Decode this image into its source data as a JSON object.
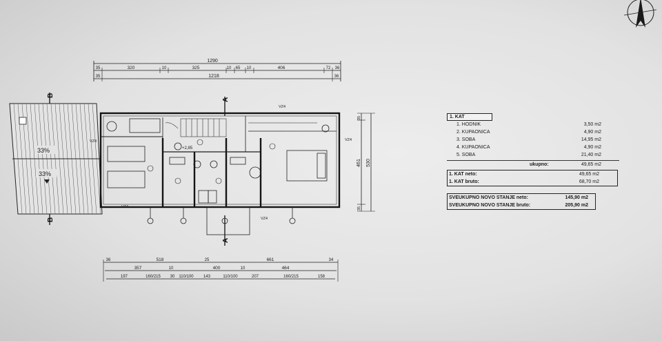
{
  "dimensions": {
    "top_total": "1290",
    "top_segments": [
      "35",
      "320",
      "10",
      "325",
      "10",
      "65",
      "10",
      "406",
      "72",
      "36"
    ],
    "top_inner": [
      "35",
      "1218",
      "36"
    ],
    "right_total": "530",
    "right_inner": "461",
    "right_top": "35",
    "right_bottom": "35",
    "bottom_row1": [
      "36",
      "518",
      "25",
      "661",
      "34"
    ],
    "bottom_row2": [
      "357",
      "10",
      "400",
      "10",
      "464"
    ],
    "bottom_row3": [
      "197",
      "160/215",
      "30",
      "110/100",
      "143",
      "110/100",
      "207",
      "160/215",
      "158"
    ]
  },
  "plan": {
    "section_a": "A",
    "section_b": "B",
    "roof_slope_1": "33%",
    "roof_slope_2": "33%",
    "level": "+2,85",
    "vz_labels": [
      "VZ4",
      "VZ4",
      "VZ4",
      "VZ4",
      "VZ4"
    ]
  },
  "legend": {
    "header": "1. KAT",
    "rooms": [
      {
        "name": "1. HODNIK",
        "area": "3,50 m2"
      },
      {
        "name": "2. KUPAONICA",
        "area": "4,90 m2"
      },
      {
        "name": "3. SOBA",
        "area": "14,95 m2"
      },
      {
        "name": "4. KUPAONICA",
        "area": "4,90 m2"
      },
      {
        "name": "5. SOBA",
        "area": "21,40 m2"
      }
    ],
    "total_label": "ukupno:",
    "total_value": "49,65 m2",
    "net_label": "1. KAT neto:",
    "net_value": "49,65 m2",
    "gross_label": "1. KAT bruto:",
    "gross_value": "68,70 m2",
    "overall_net_label": "SVEUKUPNO NOVO STANJE neto:",
    "overall_net_value": "145,90 m2",
    "overall_gross_label": "SVEUKUPNO NOVO STANJE bruto:",
    "overall_gross_value": "205,90 m2"
  },
  "colors": {
    "ink": "#1a1a1a",
    "paper": "#e6e6e6"
  },
  "icons": [
    "north-arrow-icon"
  ]
}
